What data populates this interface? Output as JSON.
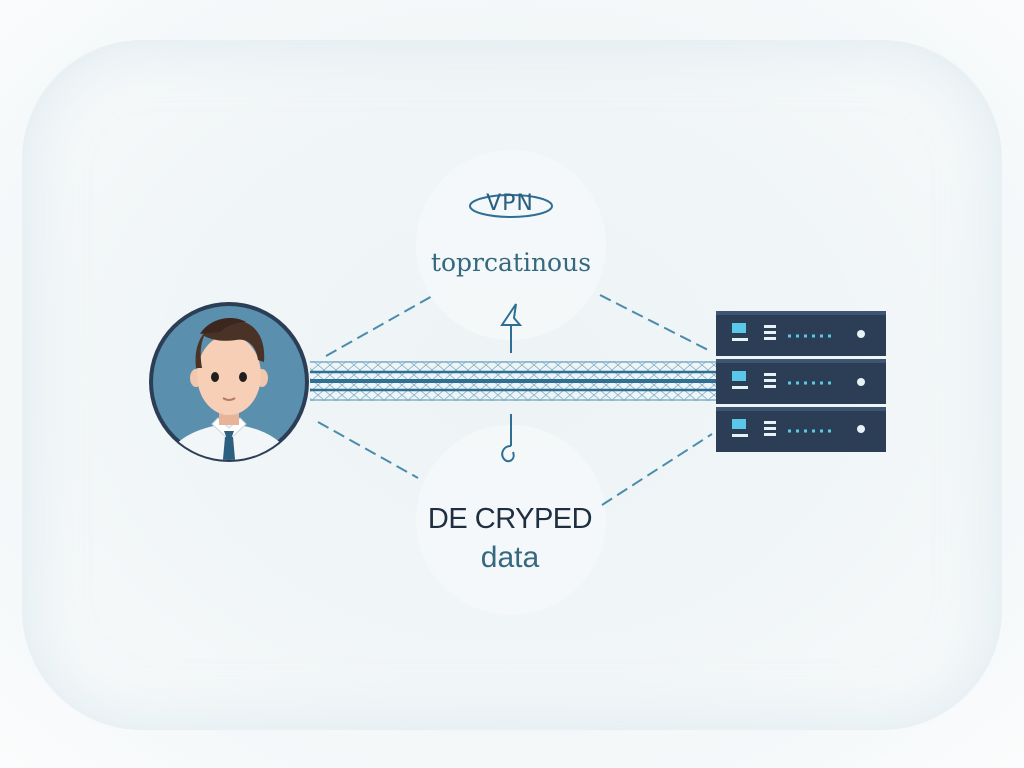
{
  "diagram": {
    "vpn_badge": "VPN",
    "top_caption": "toprcatinous",
    "bottom_title": "DE CRYPED",
    "bottom_subtitle": "data",
    "nodes": {
      "user": "user-avatar",
      "server": "server-rack"
    }
  },
  "colors": {
    "background": "#f5f8fa",
    "accent_blue": "#2e6f93",
    "avatar_bg": "#5a8fad",
    "dark_navy": "#2c3e55",
    "server_led": "#5cc8e8",
    "line": "#4a8cab"
  }
}
